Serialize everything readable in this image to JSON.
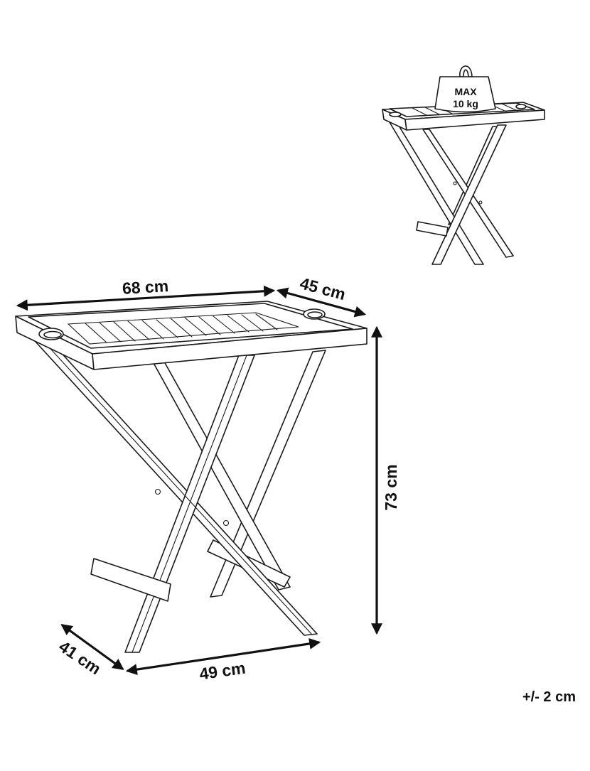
{
  "dimensions": {
    "width": "68 cm",
    "depth": "45 cm",
    "height": "73 cm",
    "base_depth": "41 cm",
    "base_width": "49 cm"
  },
  "weight_label": {
    "line1": "MAX",
    "line2": "10 kg"
  },
  "tolerance": "+/- 2 cm"
}
